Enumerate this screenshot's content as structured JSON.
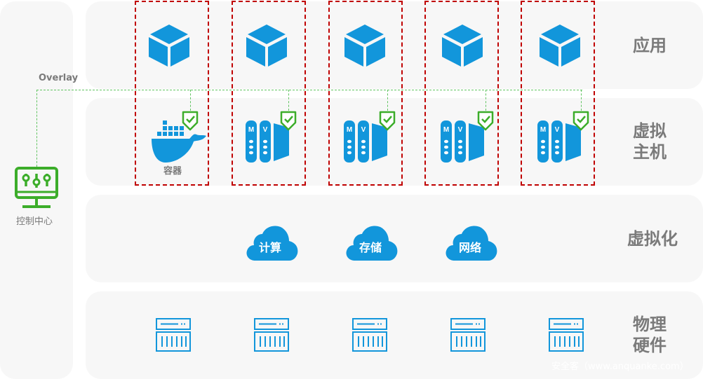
{
  "layers": [
    {
      "id": "app",
      "label": "应用"
    },
    {
      "id": "vm",
      "label": "虚拟\n主机"
    },
    {
      "id": "virt",
      "label": "虚拟化"
    },
    {
      "id": "hw",
      "label": "物理\n硬件"
    }
  ],
  "layer_labels": {
    "app": "应用",
    "vm_line1": "虚拟",
    "vm_line2": "主机",
    "virt": "虚拟化",
    "hw_line1": "物理",
    "hw_line2": "硬件"
  },
  "overlay": {
    "label": "Overlay"
  },
  "control_center": {
    "label": "控制中心",
    "icon": "monitor-sliders-icon"
  },
  "columns": [
    {
      "app_icon": "cube-icon",
      "host_icon": "docker-whale-icon",
      "host_label": "容器",
      "security_icon": "shield-check-icon"
    },
    {
      "app_icon": "cube-icon",
      "host_icon": "vm-server-icon",
      "host_letters": [
        "M",
        "V"
      ],
      "security_icon": "shield-check-icon"
    },
    {
      "app_icon": "cube-icon",
      "host_icon": "vm-server-icon",
      "host_letters": [
        "M",
        "V"
      ],
      "security_icon": "shield-check-icon"
    },
    {
      "app_icon": "cube-icon",
      "host_icon": "vm-server-icon",
      "host_letters": [
        "M",
        "V"
      ],
      "security_icon": "shield-check-icon"
    },
    {
      "app_icon": "cube-icon",
      "host_icon": "vm-server-icon",
      "host_letters": [
        "M",
        "V"
      ],
      "security_icon": "shield-check-icon"
    }
  ],
  "container_label": "容器",
  "vm_letters": {
    "m": "M",
    "v": "V"
  },
  "virtualization": [
    {
      "label": "计算",
      "icon": "cloud-icon"
    },
    {
      "label": "存储",
      "icon": "cloud-icon"
    },
    {
      "label": "网络",
      "icon": "cloud-icon"
    }
  ],
  "hardware_count": 5,
  "colors": {
    "accent_blue": "#1296db",
    "green": "#3cad2a",
    "dashed_red": "#c00000",
    "label_gray": "#7a7a7a",
    "panel_bg": "#f7f7f7"
  },
  "watermark": "安全客（www.anquanke.com）"
}
